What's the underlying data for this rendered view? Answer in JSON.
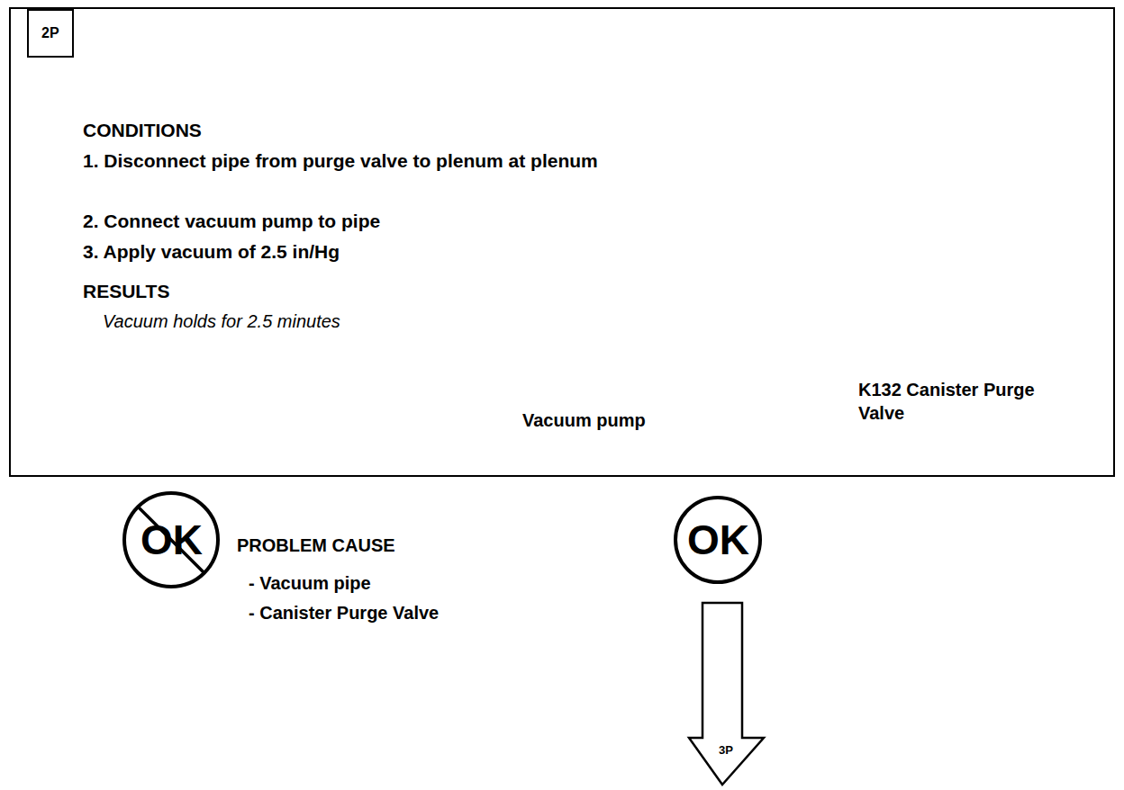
{
  "diagram": {
    "nodes": [
      {
        "text": [
          "CONDITIONS",
          "1. Disconnect pipe from purge valve to plenum at plenum",
          "2. Connect vacuum pump to pipe",
          "3. Apply vacuum of 2.5 in/Hg",
          "RESULTS",
          "Vacuum holds for 2.5 minutes"
        ]
      },
      {
        "text": [
          "2P"
        ],
        "in": 0
      },
      {
        "text": [
          "OK"
        ]
      },
      {
        "text": [
          "OK"
        ]
      },
      {
        "text": [
          "3P"
        ]
      }
    ],
    "labels": [
      "Vacuum pump",
      "K132 Canister Purge Valve",
      "PROBLEM CAUSE",
      "- Vacuum pipe",
      "- Canister Purge Valve"
    ]
  }
}
